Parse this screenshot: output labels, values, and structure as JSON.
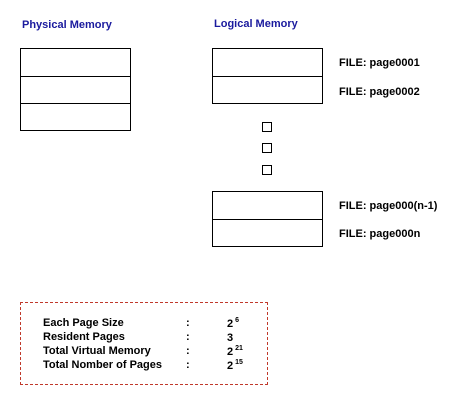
{
  "physical_memory": {
    "title": "Physical Memory",
    "frames": 3
  },
  "logical_memory": {
    "title": "Logical Memory",
    "top_pages": [
      {
        "label": "FILE: page0001"
      },
      {
        "label": "FILE: page0002"
      }
    ],
    "bottom_pages": [
      {
        "label": "FILE: page000(n-1)"
      },
      {
        "label": "FILE: page000n"
      }
    ]
  },
  "info": {
    "rows": [
      {
        "key": "Each Page Size",
        "colon": ":",
        "base": "2",
        "exp": "6"
      },
      {
        "key": "Resident Pages",
        "colon": ":",
        "base": "3",
        "exp": ""
      },
      {
        "key": "Total Virtual Memory",
        "colon": ":",
        "base": "2",
        "exp": "21"
      },
      {
        "key": "Total Nomber of Pages",
        "colon": ":",
        "base": "2",
        "exp": "15"
      }
    ]
  },
  "colors": {
    "title": "#1a1a9e",
    "info_border": "#c0392b"
  }
}
